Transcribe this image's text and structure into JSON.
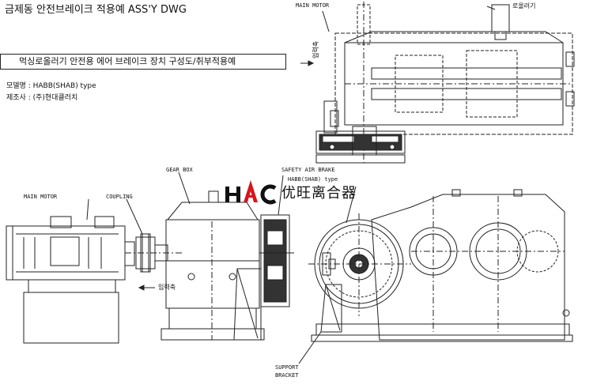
{
  "header": {
    "title": "금제동 안전브레이크 적용예 ASS'Y DWG",
    "description": "먹싱로올러기 안전용 에어 브레이크 장치 구성도/취부적용예"
  },
  "specs": {
    "model_line": "모델명 : HABB(SHAB) type",
    "maker_line": "제조사 : (주)현대클러치"
  },
  "labels": {
    "main_motor_top": "MAIN MOTOR",
    "roller_top": "로올러기",
    "input_side_top": "입력축",
    "gear_box": "GEAR BOX",
    "main_motor": "MAIN MOTOR",
    "coupling": "COUPLING",
    "input_side": "입력축",
    "safety_brake_1": "SAFETY AIR BRAKE",
    "safety_brake_2": "HABB(SHAB) type",
    "support_1": "SUPPORT",
    "support_2": "BRACKET"
  },
  "logo": {
    "mark": "HAC",
    "name": "优旺离合器",
    "colors": {
      "h": "#111111",
      "a": "#d9141b",
      "c": "#111111"
    }
  },
  "colors": {
    "line": "#222222"
  }
}
